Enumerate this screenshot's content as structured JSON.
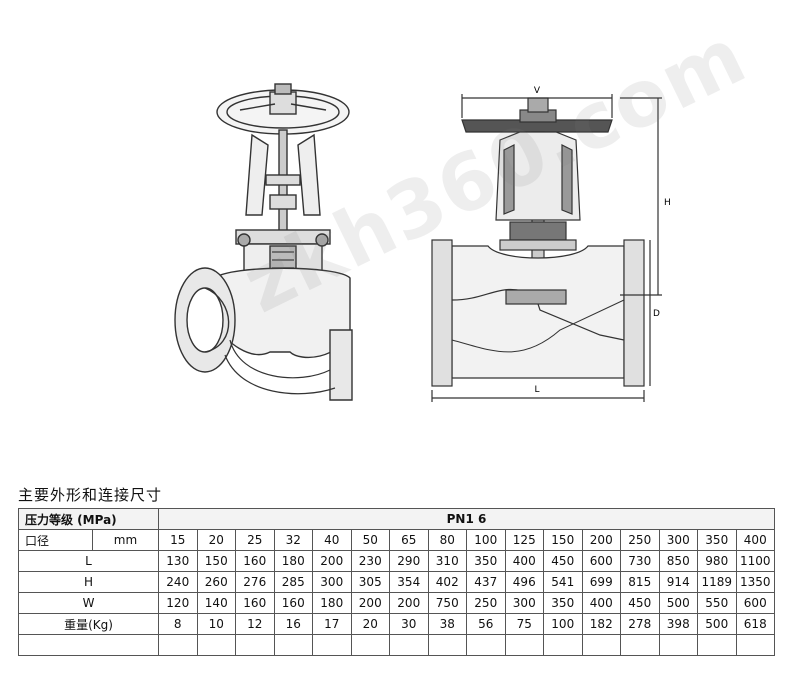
{
  "watermark": "zkh360.com",
  "drawing_labels": {
    "v": "V",
    "h": "H",
    "d": "D",
    "l": "L"
  },
  "section_title": "主要外形和连接尺寸",
  "table": {
    "pressure_label": "压力等级 (MPa)",
    "pressure_value": "PN1 6",
    "dn_label": "口径",
    "unit": "mm",
    "sizes": [
      "15",
      "20",
      "25",
      "32",
      "40",
      "50",
      "65",
      "80",
      "100",
      "125",
      "150",
      "200",
      "250",
      "300",
      "350",
      "400"
    ],
    "rows": [
      {
        "label": "L",
        "values": [
          "130",
          "150",
          "160",
          "180",
          "200",
          "230",
          "290",
          "310",
          "350",
          "400",
          "450",
          "600",
          "730",
          "850",
          "980",
          "1100"
        ]
      },
      {
        "label": "H",
        "values": [
          "240",
          "260",
          "276",
          "285",
          "300",
          "305",
          "354",
          "402",
          "437",
          "496",
          "541",
          "699",
          "815",
          "914",
          "1189",
          "1350"
        ]
      },
      {
        "label": "W",
        "values": [
          "120",
          "140",
          "160",
          "160",
          "180",
          "200",
          "200",
          "750",
          "250",
          "300",
          "350",
          "400",
          "450",
          "500",
          "550",
          "600"
        ]
      },
      {
        "label": "重量(Kg)",
        "values": [
          "8",
          "10",
          "12",
          "16",
          "17",
          "20",
          "30",
          "38",
          "56",
          "75",
          "100",
          "182",
          "278",
          "398",
          "500",
          "618"
        ]
      }
    ]
  }
}
